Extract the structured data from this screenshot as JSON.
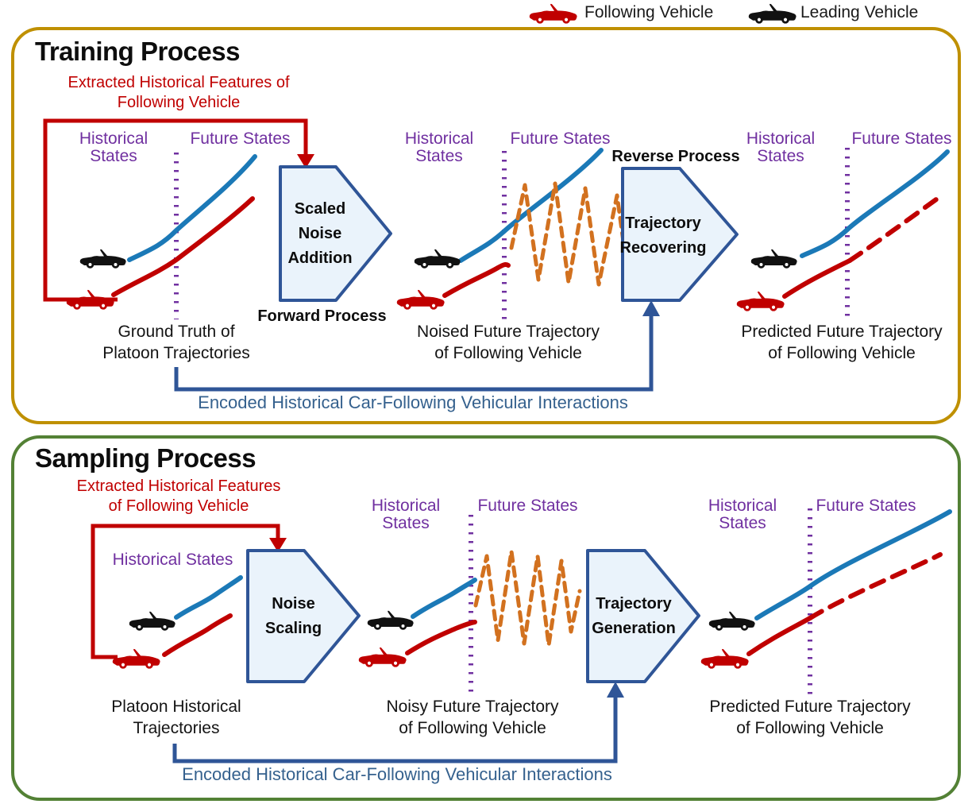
{
  "colors": {
    "red": "#c00000",
    "blue-curve": "#1b79b7",
    "navy": "#2f5597",
    "purple": "#7030a0",
    "orange": "#d2711f",
    "gold": "#bf9000",
    "green": "#538135",
    "block-fill": "#eaf3fb",
    "encoded-text": "#35618e",
    "black": "#111111"
  },
  "legend": {
    "following_label": "Following Vehicle",
    "leading_label": "Leading Vehicle"
  },
  "training": {
    "title": "Training Process",
    "extracted_features": "Extracted Historical Features of\nFollowing Vehicle",
    "forward_process": "Forward Process",
    "reverse_process": "Reverse Process",
    "noise_block": "Scaled\nNoise\nAddition",
    "recover_block": "Trajectory\nRecovering",
    "encoded": "Encoded Historical Car-Following Vehicular Interactions",
    "plot1": {
      "historical": "Historical States",
      "future": "Future States",
      "caption": "Ground Truth of\nPlatoon Trajectories"
    },
    "plot2": {
      "historical": "Historical States",
      "future": "Future States",
      "caption": "Noised Future Trajectory\nof Following Vehicle"
    },
    "plot3": {
      "historical": "Historical States",
      "future": "Future States",
      "caption": "Predicted Future Trajectory\nof Following Vehicle"
    }
  },
  "sampling": {
    "title": "Sampling Process",
    "extracted_features": "Extracted Historical Features\nof Following Vehicle",
    "noise_block": "Noise\nScaling",
    "generation_block": "Trajectory\nGeneration",
    "encoded": "Encoded Historical Car-Following Vehicular Interactions",
    "plot1": {
      "historical": "Historical States",
      "caption": "Platoon Historical\nTrajectories"
    },
    "plot2": {
      "historical": "Historical States",
      "future": "Future States",
      "caption": "Noisy Future Trajectory\nof Following Vehicle"
    },
    "plot3": {
      "historical": "Historical States",
      "future": "Future States",
      "caption": "Predicted Future Trajectory\nof Following Vehicle"
    }
  }
}
